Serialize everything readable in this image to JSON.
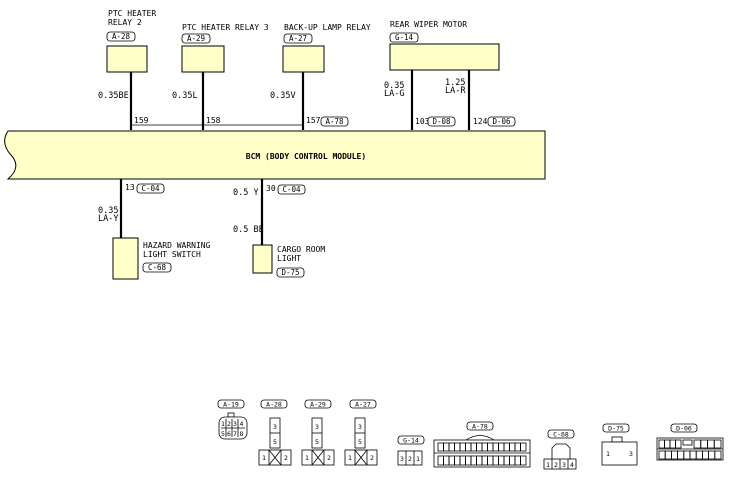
{
  "components": {
    "ptc2": {
      "name_line1": "PTC HEATER",
      "name_line2": "RELAY 2",
      "connector": "A-28"
    },
    "ptc3": {
      "name": "PTC HEATER RELAY 3",
      "connector": "A-29"
    },
    "backup": {
      "name": "BACK-UP LAMP RELAY",
      "connector": "A-27"
    },
    "wiper": {
      "name": "REAR WIPER MOTOR",
      "connector": "G-14"
    },
    "hazard": {
      "name_line1": "HAZARD WARNING",
      "name_line2": "LIGHT SWITCH",
      "connector": "C-68"
    },
    "cargo": {
      "name_line1": "CARGO ROOM",
      "name_line2": "LIGHT",
      "connector": "D-75"
    }
  },
  "bcm": {
    "label": "BCM (BODY CONTROL MODULE)"
  },
  "wires": {
    "ptc2": {
      "spec": "0.35BE",
      "pin": "159"
    },
    "ptc3": {
      "spec": "0.35L",
      "pin": "158"
    },
    "backup": {
      "spec": "0.35V",
      "pin": "157",
      "connector": "A-78"
    },
    "wiper1": {
      "spec1": "0.35",
      "spec2": "LA-G",
      "pin": "103",
      "connector": "D-08"
    },
    "wiper2": {
      "spec1": "1.25",
      "spec2": "LA-R",
      "pin": "124",
      "connector": "D-06"
    },
    "hazard": {
      "spec1": "0.35",
      "spec2": "LA-Y",
      "pin": "13",
      "connector": "C-04"
    },
    "cargo": {
      "spec1": "0.5 Y",
      "spec2": "0.5 BE",
      "pin": "30",
      "connector": "C-04"
    }
  },
  "connector_views": {
    "a19": {
      "label": "A-19",
      "pins_top": [
        "1",
        "2",
        "3",
        "4"
      ],
      "pins_bottom": [
        "5",
        "6",
        "7",
        "8"
      ]
    },
    "a28": {
      "label": "A-28",
      "pins": [
        "3",
        "5",
        "1",
        "2"
      ]
    },
    "a29": {
      "label": "A-29",
      "pins": [
        "3",
        "5",
        "1",
        "2"
      ]
    },
    "a27": {
      "label": "A-27",
      "pins": [
        "3",
        "5",
        "1",
        "2"
      ]
    },
    "g14": {
      "label": "G-14",
      "pins": [
        "3",
        "2",
        "1"
      ]
    },
    "a78": {
      "label": "A-78"
    },
    "c68": {
      "label": "C-68",
      "pins": [
        "1",
        "2",
        "3",
        "4"
      ]
    },
    "d75": {
      "label": "D-75",
      "pins": [
        "1",
        "3"
      ]
    },
    "d06": {
      "label": "D-06"
    }
  }
}
